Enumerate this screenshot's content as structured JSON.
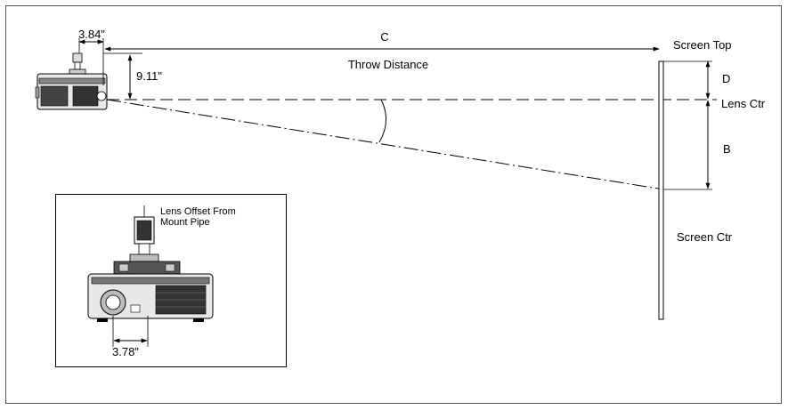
{
  "labels": {
    "dim_c": "C",
    "throw_distance": "Throw Distance",
    "dim_384": "3.84\"",
    "dim_911": "9.11\"",
    "screen_top": "Screen Top",
    "dim_d": "D",
    "lens_ctr": "Lens Ctr",
    "dim_b": "B",
    "screen_ctr": "Screen Ctr",
    "inset_title_line1": "Lens Offset From",
    "inset_title_line2": "Mount Pipe",
    "dim_378": "3.78\""
  },
  "colors": {
    "line": "#000000",
    "frame": "#555555",
    "projector_fill": "#e8e8e8",
    "projector_dark": "#222222",
    "screen_fill": "#ffffff"
  }
}
